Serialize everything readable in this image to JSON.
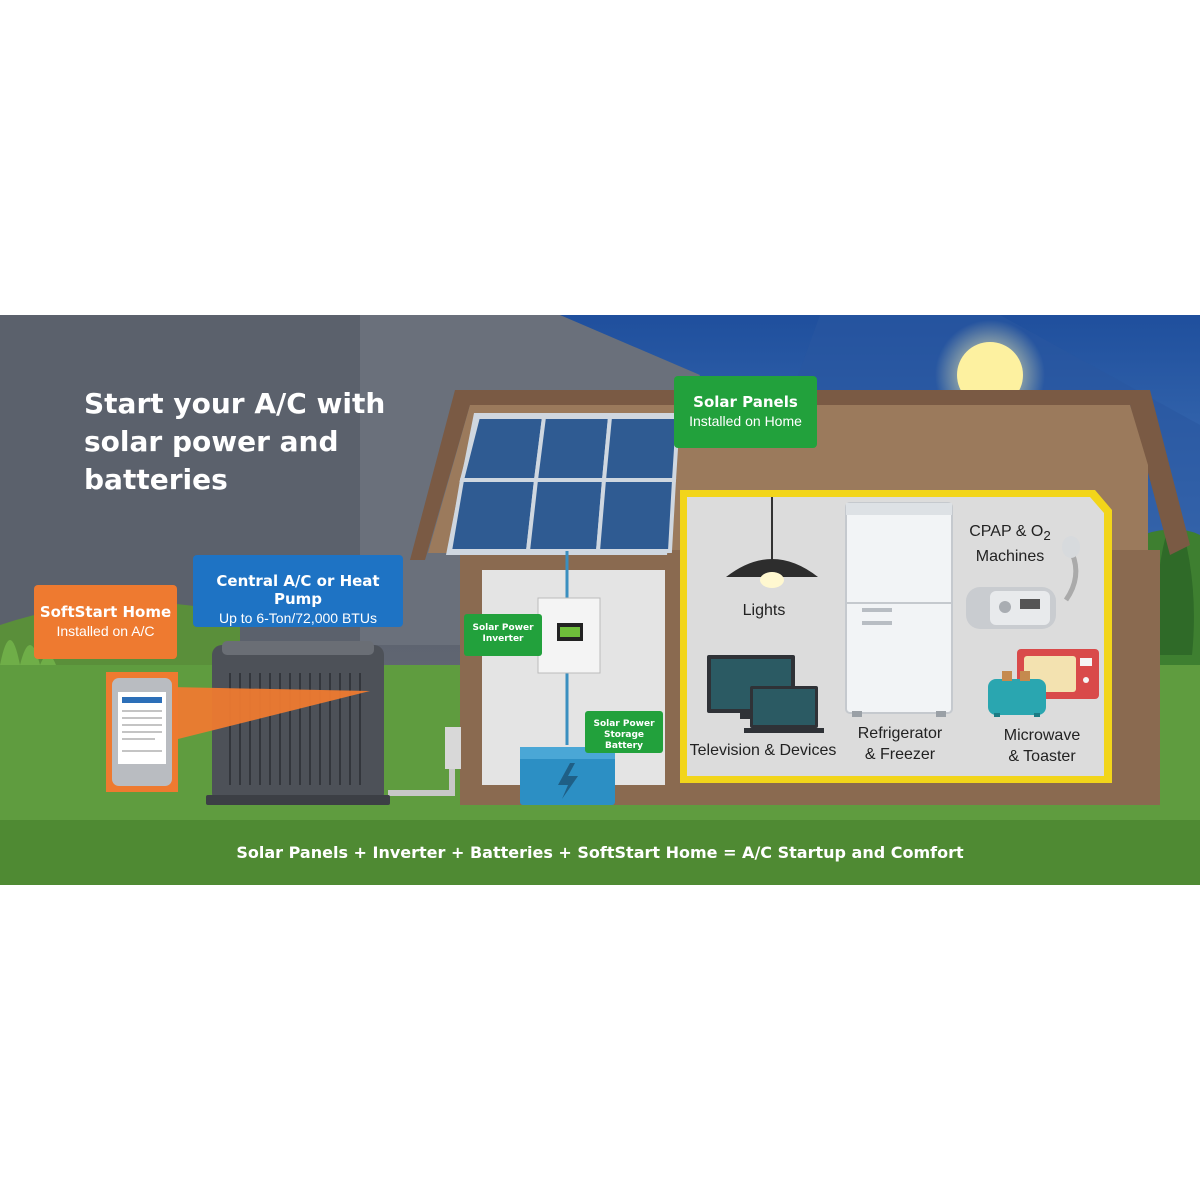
{
  "headline": "Start your A/C with solar power and batteries",
  "callouts": {
    "softstart": {
      "title": "SoftStart Home",
      "subtitle": "Installed on A/C"
    },
    "central_ac": {
      "title": "Central A/C or Heat Pump",
      "subtitle": "Up to 6-Ton/72,000 BTUs"
    },
    "solar_panels": {
      "title": "Solar Panels",
      "subtitle": "Installed on Home"
    },
    "inverter": {
      "line1": "Solar Power",
      "line2": "Inverter"
    },
    "battery": {
      "line1": "Solar Power",
      "line2": "Storage Battery"
    }
  },
  "appliances": {
    "lights": "Lights",
    "cpap_line1": "CPAP & O",
    "cpap_sub": "2",
    "cpap_line2": "Machines",
    "fridge_line1": "Refrigerator",
    "fridge_line2": "& Freezer",
    "tv": "Television & Devices",
    "micro_line1": "Microwave",
    "micro_line2": "& Toaster"
  },
  "footer": "Solar Panels + Inverter + Batteries + SoftStart Home = A/C Startup and Comfort",
  "colors": {
    "sky_night": "#545b68",
    "sky_day": "#2f63b0",
    "grass": "#5f9c3f",
    "roof": "#7a5a44",
    "wall": "#e4e4e4",
    "highlight": "#f2d51a",
    "green_callout": "#22a13c",
    "orange_callout": "#ee7a30",
    "blue_callout": "#1e73c4"
  }
}
